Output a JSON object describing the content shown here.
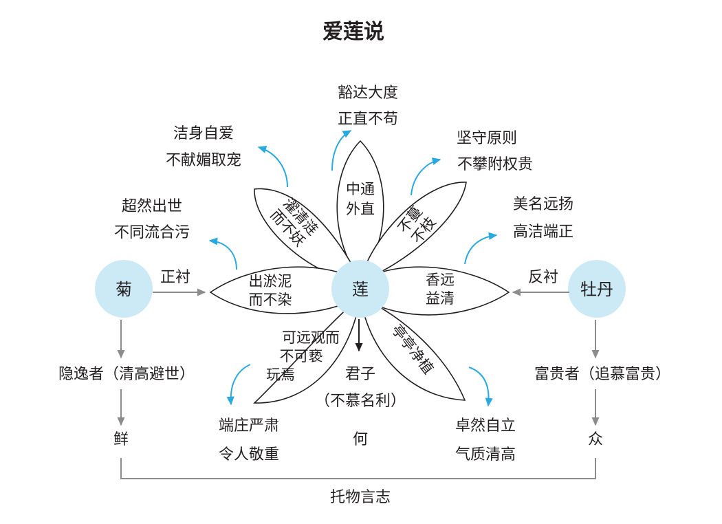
{
  "title": "爱莲说",
  "colors": {
    "accent_blue": "#2aa8e0",
    "node_fill": "#cce9f6",
    "line_gray": "#8c8c8c",
    "ink": "#231f20"
  },
  "nodes": {
    "center": "莲",
    "left": "菊",
    "right": "牡丹"
  },
  "petals": {
    "top": [
      "中通",
      "外直"
    ],
    "upper_left": [
      "濯清涟",
      "而不妖"
    ],
    "upper_right": [
      "不蔓",
      "不枝"
    ],
    "left": [
      "出淤泥",
      "而不染"
    ],
    "right": [
      "香远",
      "益清"
    ],
    "lower_left": [
      "可远观而",
      "不可亵",
      "玩焉"
    ],
    "lower_right": "亭亭净植"
  },
  "traits": {
    "top": [
      "豁达大度",
      "正直不苟"
    ],
    "upper_left": [
      "洁身自爱",
      "不献媚取宠"
    ],
    "upper_right": [
      "坚守原则",
      "不攀附权贵"
    ],
    "left": [
      "超然出世",
      "不同流合污"
    ],
    "right": [
      "美名远扬",
      "高洁端正"
    ],
    "lower_left": [
      "端庄严肃",
      "令人敬重"
    ],
    "lower_right": [
      "卓然自立",
      "气质清高"
    ]
  },
  "relations": {
    "left": "正衬",
    "right": "反衬"
  },
  "people": {
    "left": "隐逸者（清高避世）",
    "center": [
      "君子",
      "（不慕名利）"
    ],
    "right": "富贵者（追慕富贵）"
  },
  "outcomes": {
    "left": "鲜",
    "center": "何",
    "right": "众"
  },
  "footer": "托物言志"
}
